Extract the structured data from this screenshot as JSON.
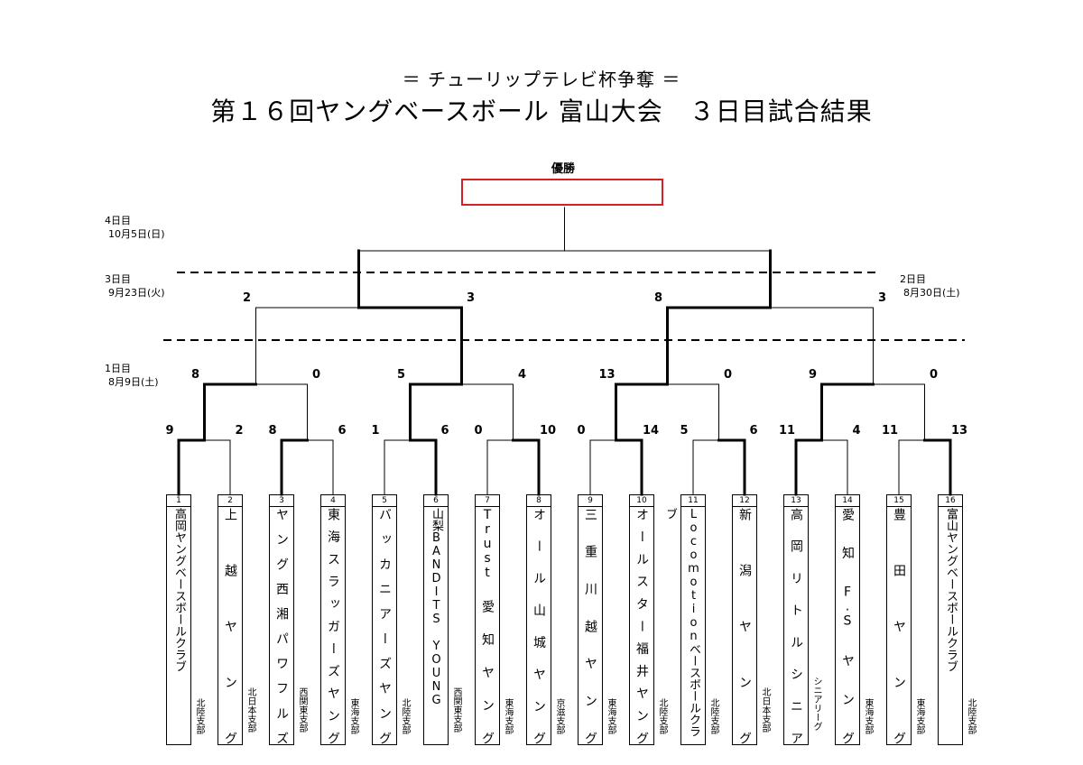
{
  "header": {
    "subtitle": "＝ チューリップテレビ杯争奪 ＝",
    "title": "第１６回ヤングベースボール 富山大会　３日目試合結果"
  },
  "champion": {
    "label": "優勝",
    "box_color": "#d61f26"
  },
  "days": {
    "day4": {
      "label": "4日目",
      "date": "10月5日(日)"
    },
    "day3": {
      "label": "3日目",
      "date": "9月23日(火)"
    },
    "day2": {
      "label": "2日目",
      "date": "8月30日(土)"
    },
    "day1": {
      "label": "1日目",
      "date": "8月9日(土)"
    }
  },
  "teams": [
    {
      "no": "1",
      "name": "高岡ヤングベースボールクラブ",
      "branch": "北陸支部"
    },
    {
      "no": "2",
      "name": "上越ヤング",
      "branch": "北日本支部"
    },
    {
      "no": "3",
      "name": "ヤング西湘パワフルズ",
      "branch": "西関東支部"
    },
    {
      "no": "4",
      "name": "東海スラッガーズヤング",
      "branch": "東海支部"
    },
    {
      "no": "5",
      "name": "バッカニアーズヤング",
      "branch": "北陸支部"
    },
    {
      "no": "6",
      "name": "山梨BANDITS YOUNG",
      "branch": "西関東支部"
    },
    {
      "no": "7",
      "name": "Trust愛知ヤング",
      "branch": "東海支部"
    },
    {
      "no": "8",
      "name": "オール山城ヤング",
      "branch": "京滋支部"
    },
    {
      "no": "9",
      "name": "三重川越ヤング",
      "branch": "東海支部"
    },
    {
      "no": "10",
      "name": "オールスター福井ヤング",
      "branch": "北陸支部"
    },
    {
      "no": "11",
      "name": "Locomotionベースボールクラブ",
      "branch": "北陸支部"
    },
    {
      "no": "12",
      "name": "新潟ヤング",
      "branch": "北日本支部"
    },
    {
      "no": "13",
      "name": "高岡リトルシニア",
      "branch": "シニアリーグ"
    },
    {
      "no": "14",
      "name": "愛知F.Sヤング",
      "branch": "東海支部"
    },
    {
      "no": "15",
      "name": "豊田ヤング",
      "branch": "東海支部"
    },
    {
      "no": "16",
      "name": "富山ヤングベースボールクラブ",
      "branch": "北陸支部"
    }
  ],
  "round1_scores": [
    "9",
    "2",
    "8",
    "6",
    "1",
    "6",
    "0",
    "10",
    "0",
    "14",
    "5",
    "6",
    "11",
    "4",
    "11",
    "13"
  ],
  "round2_scores": [
    "8",
    "0",
    "5",
    "4",
    "13",
    "0",
    "9",
    "0"
  ],
  "round3_scores": [
    "2",
    "3",
    "8",
    "3"
  ]
}
